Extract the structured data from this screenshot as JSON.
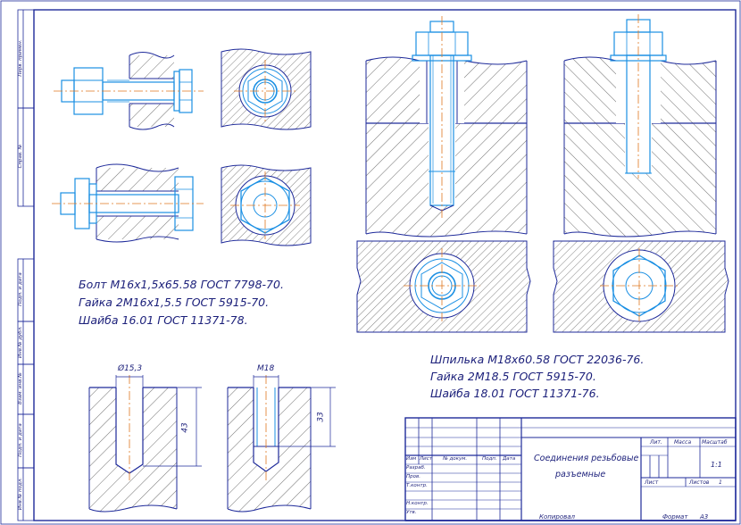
{
  "bolt_spec": {
    "line1": "Болт М16х1,5х65.58 ГОСТ 7798-70.",
    "line2": "Гайка 2М16х1,5.5 ГОСТ 5915-70.",
    "line3": "Шайба 16.01 ГОСТ 11371-78."
  },
  "stud_spec": {
    "line1": "Шпилька М18х60.58 ГОСТ 22036-76.",
    "line2": "Гайка 2М18.5 ГОСТ 5915-70.",
    "line3": "Шайба 18.01 ГОСТ 11371-76."
  },
  "dimensions": {
    "hole_diameter": "Ø15,3",
    "hole_depth": "43",
    "thread_size": "М18",
    "thread_depth": "33"
  },
  "side_strip": {
    "perv_primen": "Перв. примен.",
    "sprav_no": "Справ. №",
    "podp_data_1": "Подп. и дата",
    "inv_dubl": "Инв.№ дубл.",
    "vzam_inv": "Взам. инв.№",
    "podp_data_2": "Подп. и дата",
    "inv_podl": "Инв.№ подл."
  },
  "title_block": {
    "col_izm": "Изм",
    "col_list": "Лист",
    "col_doc": "№ докум.",
    "col_podp": "Подп.",
    "col_data": "Дата",
    "razrab": "Разраб.",
    "prov": "Пров.",
    "tkontr": "Т.контр.",
    "nkontr": "Н.контр.",
    "utv": "Утв.",
    "title_line1": "Соединения резьбовые",
    "title_line2": "разъемные",
    "lit": "Лит.",
    "massa": "Масса",
    "masshtab": "Масштаб",
    "scale_value": "1:1",
    "list_label": "Лист",
    "listov_label": "Листов",
    "listov_value": "1",
    "kopiroval": "Копировал",
    "format_label": "Формат",
    "format_value": "А3"
  },
  "colors": {
    "outline": "#1e2a9a",
    "hatch": "#4a4a4a",
    "part": "#1a8fe3",
    "center": "#e07820",
    "text": "#1b1f7a"
  }
}
